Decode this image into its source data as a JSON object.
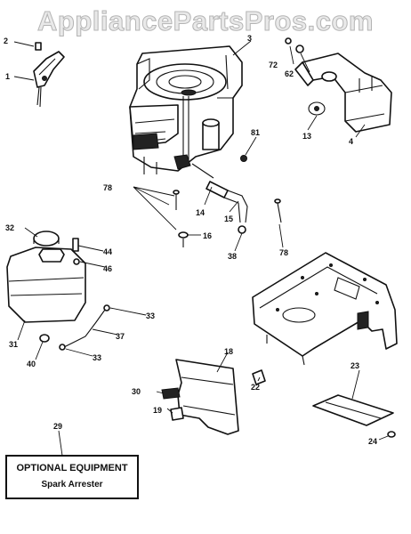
{
  "watermark": "AppliancePartsPros.com",
  "callouts": {
    "p1": "1",
    "p2": "2",
    "p3": "3",
    "p4": "4",
    "p13": "13",
    "p14": "14",
    "p15": "15",
    "p16": "16",
    "p18": "18",
    "p19": "19",
    "p22": "22",
    "p23": "23",
    "p24": "24",
    "p29": "29",
    "p30": "30",
    "p31": "31",
    "p32": "32",
    "p33a": "33",
    "p33b": "33",
    "p37": "37",
    "p38": "38",
    "p40": "40",
    "p44": "44",
    "p46": "46",
    "p62": "62",
    "p72": "72",
    "p78a": "78",
    "p78b": "78",
    "p81": "81"
  },
  "optional_box": {
    "title": "OPTIONAL EQUIPMENT",
    "subtitle": "Spark Arrester"
  }
}
